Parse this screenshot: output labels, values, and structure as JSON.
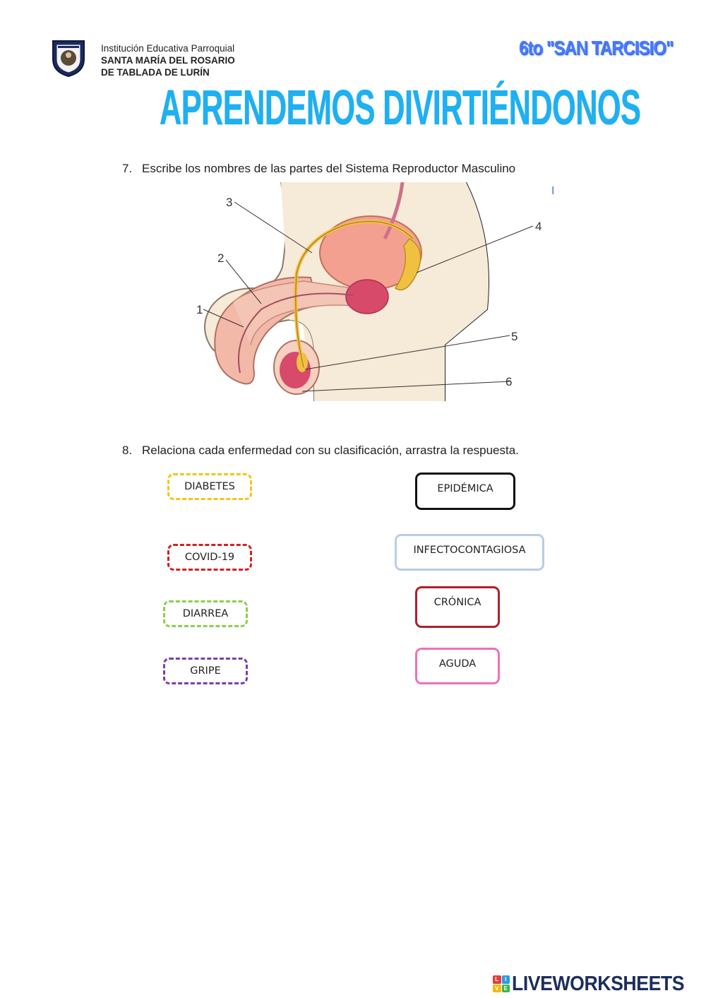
{
  "header": {
    "school_line1": "Institución Educativa Parroquial",
    "school_line2": "SANTA MARÍA DEL ROSARIO",
    "school_line3": "DE TABLADA DE LURÍN",
    "grade": "6to \"SAN TARCISIO\"",
    "title": "APRENDEMOS DIVIRTIÉNDONOS"
  },
  "question7": {
    "number": "7.",
    "text": "Escribe los nombres de las partes del Sistema Reproductor Masculino",
    "cursor": "I",
    "diagram_labels": [
      "1",
      "2",
      "3",
      "4",
      "5",
      "6"
    ]
  },
  "question8": {
    "number": "8.",
    "text": "Relaciona cada enfermedad con su clasificación, arrastra la respuesta.",
    "diseases": [
      {
        "label": "DIABETES",
        "color": "#f5c518"
      },
      {
        "label": "COVID-19",
        "color": "#d81f1f"
      },
      {
        "label": "DIARREA",
        "color": "#8ccf4d"
      },
      {
        "label": "GRIPE",
        "color": "#7b3fa8"
      }
    ],
    "categories": [
      {
        "label": "EPIDÉMICA",
        "color": "#111111"
      },
      {
        "label": "INFECTOCONTAGIOSA",
        "color": "#b9cde6"
      },
      {
        "label": "CRÓNICA",
        "color": "#b0202a"
      },
      {
        "label": "AGUDA",
        "color": "#f070b8"
      }
    ]
  },
  "footer": {
    "logo_text": "LIVEWORKSHEETS",
    "logo_letters": [
      "L",
      "I",
      "V",
      "E"
    ]
  }
}
